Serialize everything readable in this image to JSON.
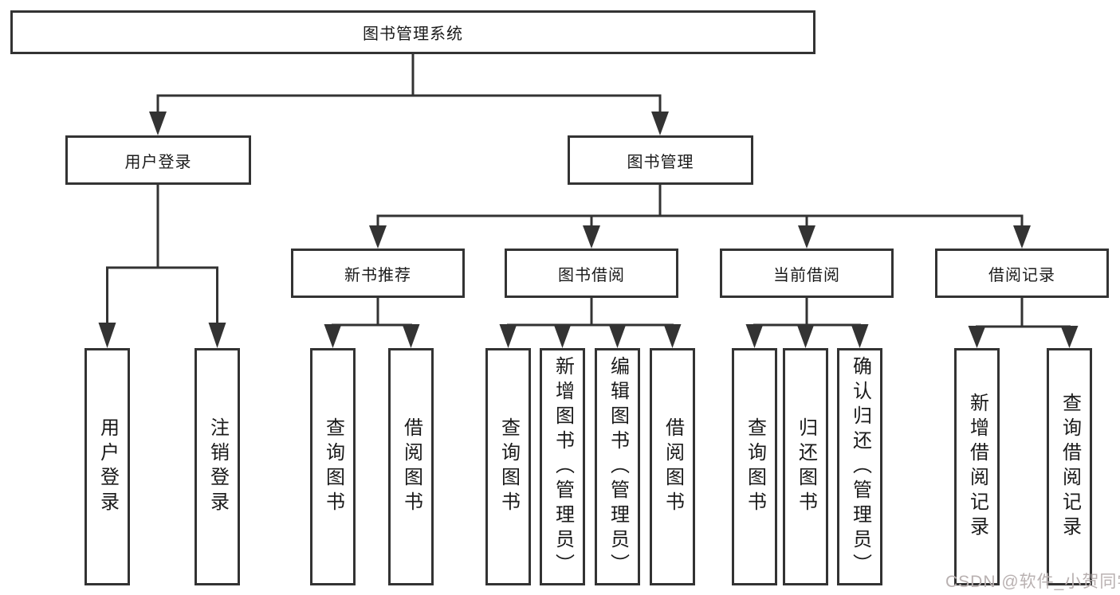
{
  "nodes": {
    "root": "图书管理系统",
    "user_login": "用户登录",
    "book_mgmt": "图书管理",
    "new_book_rec": "新书推荐",
    "book_borrow": "图书借阅",
    "current_borrow": "当前借阅",
    "borrow_record": "借阅记录",
    "leaf_user_login": "用户登录",
    "leaf_logout": "注销登录",
    "leaf_nbr_query": "查询图书",
    "leaf_nbr_borrow": "借阅图书",
    "leaf_bb_query": "查询图书",
    "leaf_bb_add": "新增图书（管理员）",
    "leaf_bb_edit": "编辑图书（管理员）",
    "leaf_bb_borrow": "借阅图书",
    "leaf_cb_query": "查询图书",
    "leaf_cb_return": "归还图书",
    "leaf_cb_confirm": "确认归还（管理员）",
    "leaf_br_add": "新增借阅记录",
    "leaf_br_query": "查询借阅记录"
  },
  "hierarchy": {
    "图书管理系统": {
      "用户登录": [
        "用户登录",
        "注销登录"
      ],
      "图书管理": {
        "新书推荐": [
          "查询图书",
          "借阅图书"
        ],
        "图书借阅": [
          "查询图书",
          "新增图书（管理员）",
          "编辑图书（管理员）",
          "借阅图书"
        ],
        "当前借阅": [
          "查询图书",
          "归还图书",
          "确认归还（管理员）"
        ],
        "借阅记录": [
          "新增借阅记录",
          "查询借阅记录"
        ]
      }
    }
  },
  "watermark": {
    "text": "CSDN @软件_小贺同学"
  },
  "colors": {
    "line": "#333333",
    "box_border": "#333333",
    "text": "#1a1a1a",
    "watermark": "#b9b1b1",
    "background": "#ffffff"
  }
}
